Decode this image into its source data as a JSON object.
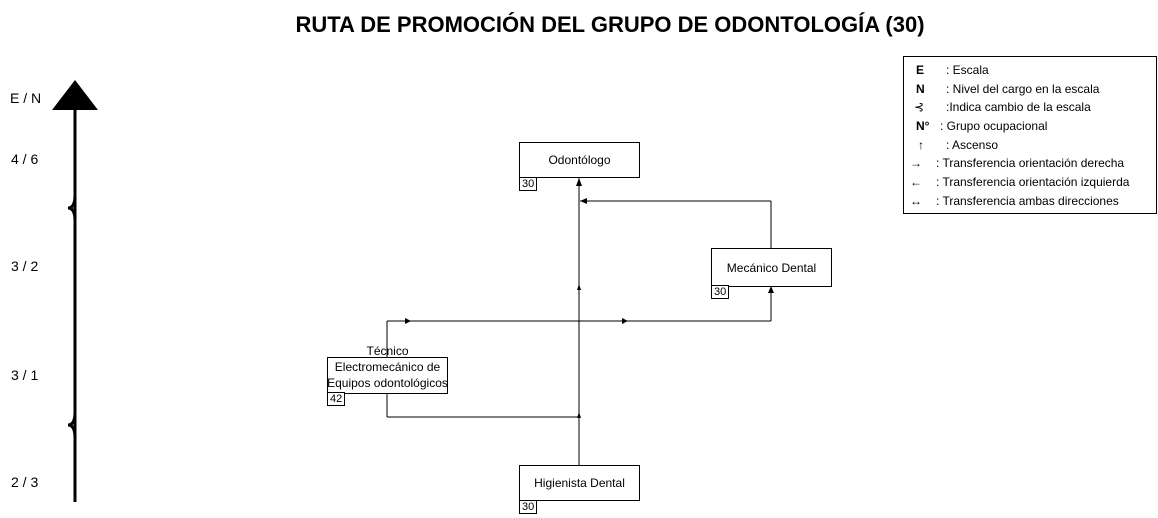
{
  "title": "RUTA DE PROMOCIÓN DEL GRUPO DE ODONTOLOGÍA (30)",
  "axis": {
    "header": "E / N",
    "levels": [
      "4 / 6",
      "3 / 2",
      "3 / 1",
      "2 / 3"
    ]
  },
  "positions": {
    "odontologo": {
      "name": "Odontólogo",
      "code": "30"
    },
    "mecanico": {
      "name": "Mecánico Dental",
      "code": "30"
    },
    "tecnico": {
      "name": "Técnico Electromecánico de Equipos odontológicos",
      "code": "42"
    },
    "higienista": {
      "name": "Higienista Dental",
      "code": "30"
    }
  },
  "legend": {
    "rows": [
      {
        "symbol": "E",
        "text": ": Escala"
      },
      {
        "symbol": "N",
        "text": ": Nivel del cargo en la escala"
      },
      {
        "symbol": "⊰",
        "text": ":Indica cambio de la escala"
      },
      {
        "symbol": "N°",
        "text": ": Grupo ocupacional"
      },
      {
        "symbol": "↑",
        "text": ": Ascenso"
      },
      {
        "symbol": "→",
        "text": ": Transferencia orientación derecha"
      },
      {
        "symbol": "←",
        "text": ": Transferencia orientación izquierda"
      },
      {
        "symbol": "↔",
        "text": ": Transferencia ambas direcciones"
      }
    ]
  }
}
